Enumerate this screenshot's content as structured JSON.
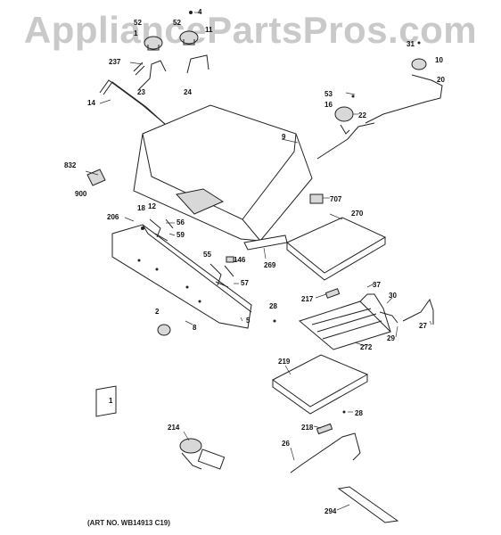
{
  "watermark": "AppliancePartsPros.com",
  "art_number": "(ART NO. WB14913 C19)",
  "callouts": {
    "c4": "4",
    "c52a": "52",
    "c1a": "1",
    "c52b": "52",
    "c11": "11",
    "c10": "10",
    "c31": "31",
    "c237": "237",
    "c23": "23",
    "c24": "24",
    "c20": "20",
    "c14": "14",
    "c53": "53",
    "c16": "16",
    "c22": "22",
    "c9": "9",
    "c832": "832",
    "c900": "900",
    "c707": "707",
    "c270": "270",
    "c206": "206",
    "c18": "18",
    "c12": "12",
    "c56": "56",
    "c59": "59",
    "c55": "55",
    "c146": "146",
    "c269": "269",
    "c57": "57",
    "c37": "37",
    "c217": "217",
    "c30": "30",
    "c28a": "28",
    "c2": "2",
    "c8": "8",
    "c5": "5",
    "c29": "29",
    "c27": "27",
    "c272": "272",
    "c219": "219",
    "c28b": "28",
    "c1b": "1",
    "c214": "214",
    "c218": "218",
    "c26": "26",
    "c294": "294"
  }
}
